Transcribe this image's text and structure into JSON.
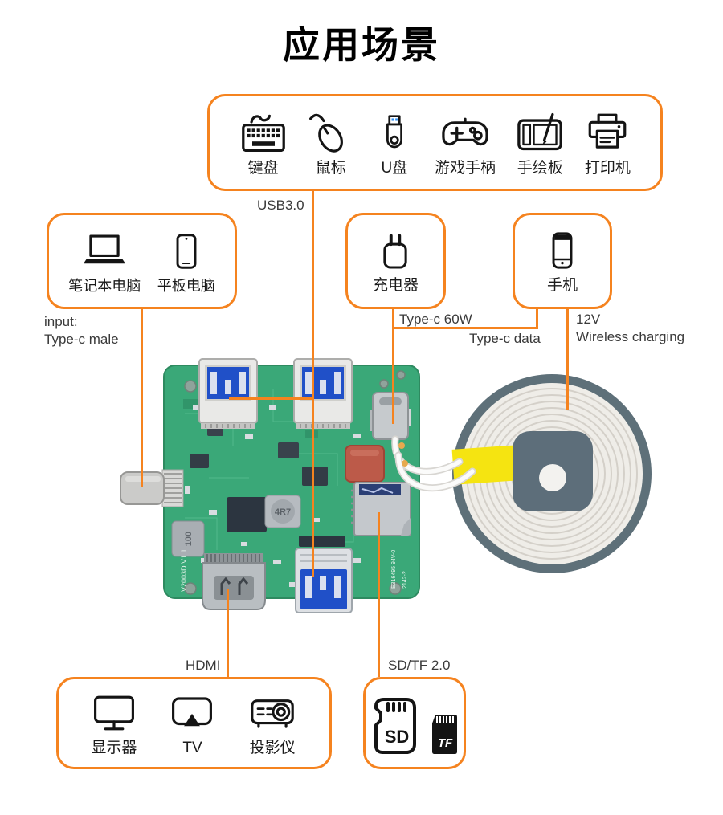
{
  "title": "应用场景",
  "colors": {
    "accent": "#F5831F",
    "pcb_green": "#3AA878",
    "usb_blue": "#2050C8",
    "component_red": "#BC5A49",
    "tape_yellow": "#F5E411"
  },
  "peripherals": {
    "items": [
      {
        "icon": "keyboard-icon",
        "label": "键盘"
      },
      {
        "icon": "mouse-icon",
        "label": "鼠标"
      },
      {
        "icon": "usb-drive-icon",
        "label": "U盘"
      },
      {
        "icon": "gamepad-icon",
        "label": "游戏手柄"
      },
      {
        "icon": "drawing-tablet-icon",
        "label": "手绘板"
      },
      {
        "icon": "printer-icon",
        "label": "打印机"
      }
    ]
  },
  "hosts": {
    "items": [
      {
        "icon": "laptop-icon",
        "label": "笔记本电脑"
      },
      {
        "icon": "tablet-icon",
        "label": "平板电脑"
      }
    ]
  },
  "charger": {
    "label": "充电器"
  },
  "phone": {
    "label": "手机"
  },
  "displays": {
    "items": [
      {
        "icon": "monitor-icon",
        "label": "显示器"
      },
      {
        "icon": "tv-icon",
        "label": "TV"
      },
      {
        "icon": "projector-icon",
        "label": "投影仪"
      }
    ]
  },
  "cards": {
    "sd": "SD",
    "tf": "TF"
  },
  "connections": {
    "usb3": "USB3.0",
    "input_title": "input:",
    "input_type": "Type-c male",
    "typec_power": "Type-c 60W",
    "typec_data": "Type-c data",
    "wireless_voltage": "12V",
    "wireless_label": "Wireless charging",
    "hdmi": "HDMI",
    "sd_tf": "SD/TF 2.0"
  },
  "board": {
    "inductor_4r7": "4R7",
    "inductor_100": "100",
    "silkscreen_model": "V2003D V1.1",
    "silkscreen_cert": "E316495 94V-0",
    "silkscreen_batch": "2142-2"
  }
}
